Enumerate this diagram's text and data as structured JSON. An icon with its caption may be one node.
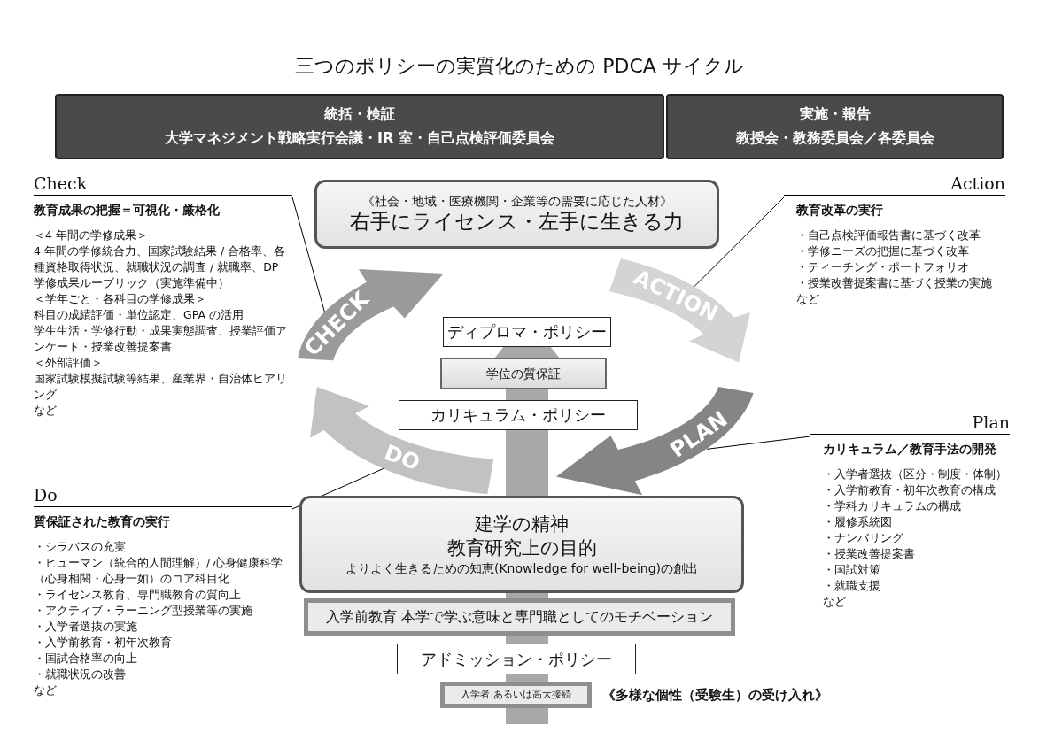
{
  "diagram": {
    "title": "三つのポリシーの実質化のための PDCA サイクル",
    "nodes": [
      {
        "text": [
          "統括・検証",
          "大学マネジメント戦略実行会議・IR 室・自己点検評価委員会"
        ]
      },
      {
        "text": [
          "実施・報告",
          "教授会・教務委員会／各委員会"
        ]
      },
      {
        "text": [
          "Check",
          "教育成果の把握＝可視化・厳格化",
          "＜4 年間の学修成果＞",
          "4 年間の学修統合力、国家試験結果 / 合格率、各種資格取得状況、就職状況の調査 / 就職率、DP 学修成果ルーブリック（実施準備中）",
          "＜学年ごと・各科目の学修成果＞",
          "科目の成績評価・単位認定、GPA の活用",
          "学生生活・学修行動・成果実態調査、授業評価アンケート・授業改善提案書",
          "＜外部評価＞",
          "国家試験模擬試験等結果、産業界・自治体ヒアリング",
          "など"
        ]
      },
      {
        "text": [
          "Action",
          "教育改革の実行",
          "・自己点検評価報告書に基づく改革",
          "・学修ニーズの把握に基づく改革",
          "・ティーチング・ポートフォリオ",
          "・授業改善提案書に基づく授業の実施",
          "など"
        ]
      },
      {
        "text": [
          "《社会・地域・医療機関・企業等の需要に応じた人材》",
          "右手にライセンス・左手に生きる力"
        ]
      },
      {
        "text": [
          "CHECK"
        ]
      },
      {
        "text": [
          "ACTION"
        ]
      },
      {
        "text": [
          "ディプロマ・ポリシー"
        ]
      },
      {
        "text": [
          "学位の質保証"
        ]
      },
      {
        "text": [
          "カリキュラム・ポリシー"
        ]
      },
      {
        "text": [
          "DO"
        ]
      },
      {
        "text": [
          "PLAN"
        ]
      },
      {
        "text": [
          "Plan",
          "カリキュラム／教育手法の開発",
          "・入学者選抜（区分・制度・体制）",
          "・入学前教育・初年次教育の構成",
          "・学科カリキュラムの構成",
          "・履修系統図",
          "・ナンバリング",
          "・授業改善提案書",
          "・国試対策",
          "・就職支援",
          "など"
        ]
      },
      {
        "text": [
          "Do",
          "質保証された教育の実行",
          "・シラバスの充実",
          "・ヒューマン（統合的人間理解）/ 心身健康科学（心身相関・心身一如）のコア科目化",
          "・ライセンス教育、専門職教育の質向上",
          "・アクティブ・ラーニング型授業等の実施",
          "・入学者選抜の実施",
          "・入学前教育・初年次教育",
          "・国試合格率の向上",
          "・就職状況の改善",
          "など"
        ]
      },
      {
        "text": [
          "建学の精神",
          "教育研究上の目的",
          "よりよく生きるための知恵(Knowledge for well-being)の創出"
        ]
      },
      {
        "text": [
          "入学前教育 本学で学ぶ意味と専門職としてのモチベーション"
        ]
      },
      {
        "text": [
          "アドミッション・ポリシー"
        ]
      },
      {
        "text": [
          "入学者 あるいは高大接続"
        ],
        "beside": [
          "《多様な個性（受験生）の受け入れ》"
        ]
      }
    ],
    "edges": [
      {
        "from": 2,
        "to": 5,
        "arrow": "none"
      },
      {
        "from": 3,
        "to": 6,
        "arrow": "none"
      },
      {
        "from": 12,
        "to": 11,
        "arrow": "none"
      },
      {
        "from": 13,
        "to": 10,
        "arrow": "none"
      },
      {
        "from": null,
        "to": 7,
        "arrow": "to",
        "style": "thick"
      }
    ]
  }
}
